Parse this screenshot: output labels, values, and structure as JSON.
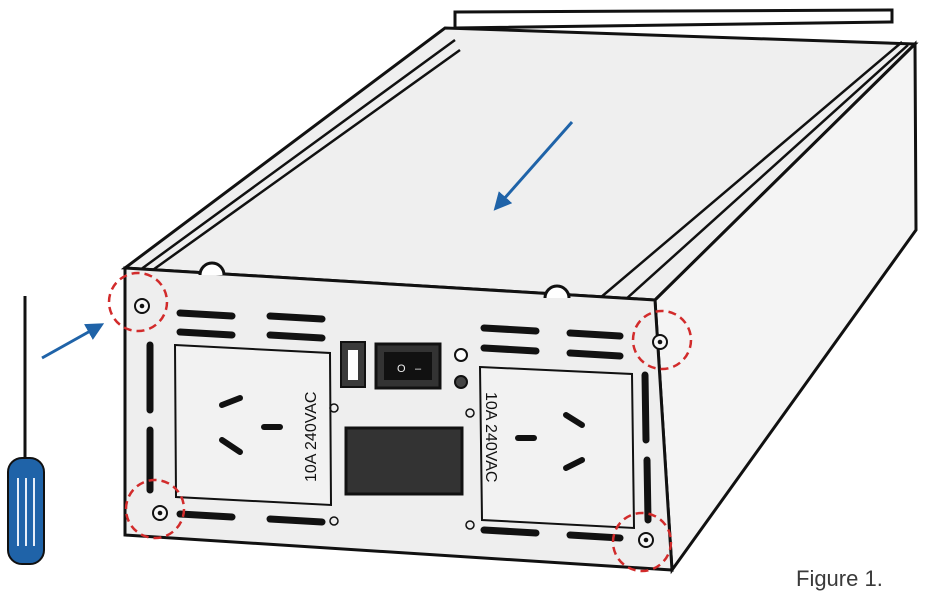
{
  "caption": "Figure 1.",
  "left_outlet_label": "10A 240VAC",
  "right_outlet_label": "10A 240VAC",
  "switch_left_symbol": "O",
  "switch_right_symbol": "–",
  "colors": {
    "outline": "#111111",
    "panel": "#eeeeee",
    "arrow": "#1f63a8",
    "highlight": "#d22b2b",
    "screwdriver_handle": "#1f63a8"
  },
  "icons": [
    "screwdriver-icon",
    "direction-arrow",
    "screw-highlight-circle"
  ]
}
